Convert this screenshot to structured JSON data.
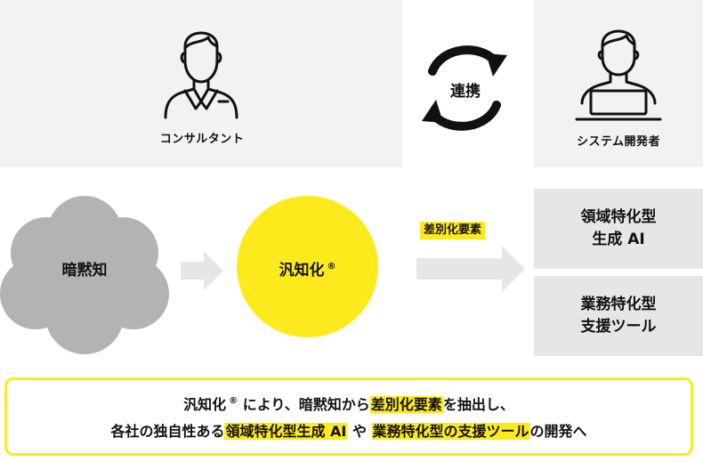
{
  "top": {
    "consultant_label": "コンサルタント",
    "developer_label": "システム開発者",
    "sync_label": "連携"
  },
  "flow": {
    "tacit_label": "暗黙知",
    "core_label": "汎知化",
    "registered_mark": "®",
    "diff_tag": "差別化要素",
    "outputs": [
      {
        "line1": "領域特化型",
        "line2": "生成 AI"
      },
      {
        "line1": "業務特化型",
        "line2": "支援ツール"
      }
    ]
  },
  "summary": {
    "line1": [
      {
        "text": "汎知化",
        "highlight": false
      },
      {
        "text": "®",
        "highlight": false
      },
      {
        "text": "により、暗黙知から",
        "highlight": false
      },
      {
        "text": "差別化要素",
        "highlight": true
      },
      {
        "text": "を抽出し、",
        "highlight": false
      }
    ],
    "line2": [
      {
        "text": "各社の独自性ある",
        "highlight": false
      },
      {
        "text": "領域特化型生成 AI",
        "highlight": true
      },
      {
        "text": " や ",
        "highlight": false
      },
      {
        "text": "業務特化型の支援ツール",
        "highlight": true
      },
      {
        "text": "の開発へ",
        "highlight": false
      }
    ]
  },
  "colors": {
    "accent": "#fdea1c",
    "panel": "#f2f2f2",
    "box": "#e6e6e6",
    "cloud": "#b3b3b3",
    "arrow": "#e6e6e6"
  },
  "icons": [
    "consultant-person-icon",
    "developer-laptop-icon",
    "sync-arrows-icon",
    "right-arrow-icon"
  ]
}
